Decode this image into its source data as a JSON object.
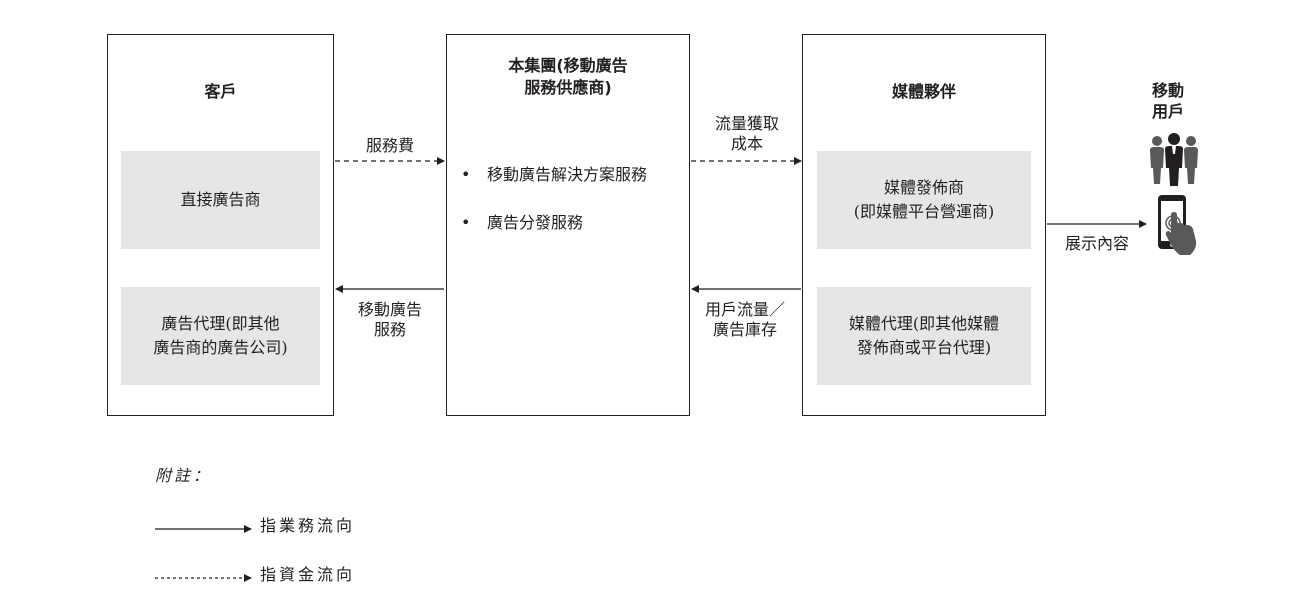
{
  "customer": {
    "title": "客戶",
    "direct": "直接廣告商",
    "agency": "廣告代理(即其他\n廣告商的廣告公司)"
  },
  "group": {
    "title": "本集團(移動廣告\n服務供應商)",
    "bullets": [
      "移動廣告解決方案服務",
      "廣告分發服務"
    ]
  },
  "media": {
    "title": "媒體夥伴",
    "publisher": "媒體發佈商\n(即媒體平台營運商)",
    "agent": "媒體代理(即其他媒體\n發佈商或平台代理)"
  },
  "mobile_user": {
    "title": "移動\n用戶",
    "people_icon": "people-group-icon",
    "phone_icon": "phone-touch-icon"
  },
  "arrows": {
    "service_fee": "服務費",
    "mobile_ad_service": "移動廣告\n服務",
    "traffic_cost": "流量獲取\n成本",
    "user_traffic": "用戶流量／\n廣告庫存",
    "display_content": "展示內容"
  },
  "legend": {
    "title": "附註：",
    "business": "指業務流向",
    "fund": "指資金流向"
  },
  "colors": {
    "ink": "#231f20",
    "box_fill": "#e6e6e6",
    "icon": "#58595b"
  }
}
